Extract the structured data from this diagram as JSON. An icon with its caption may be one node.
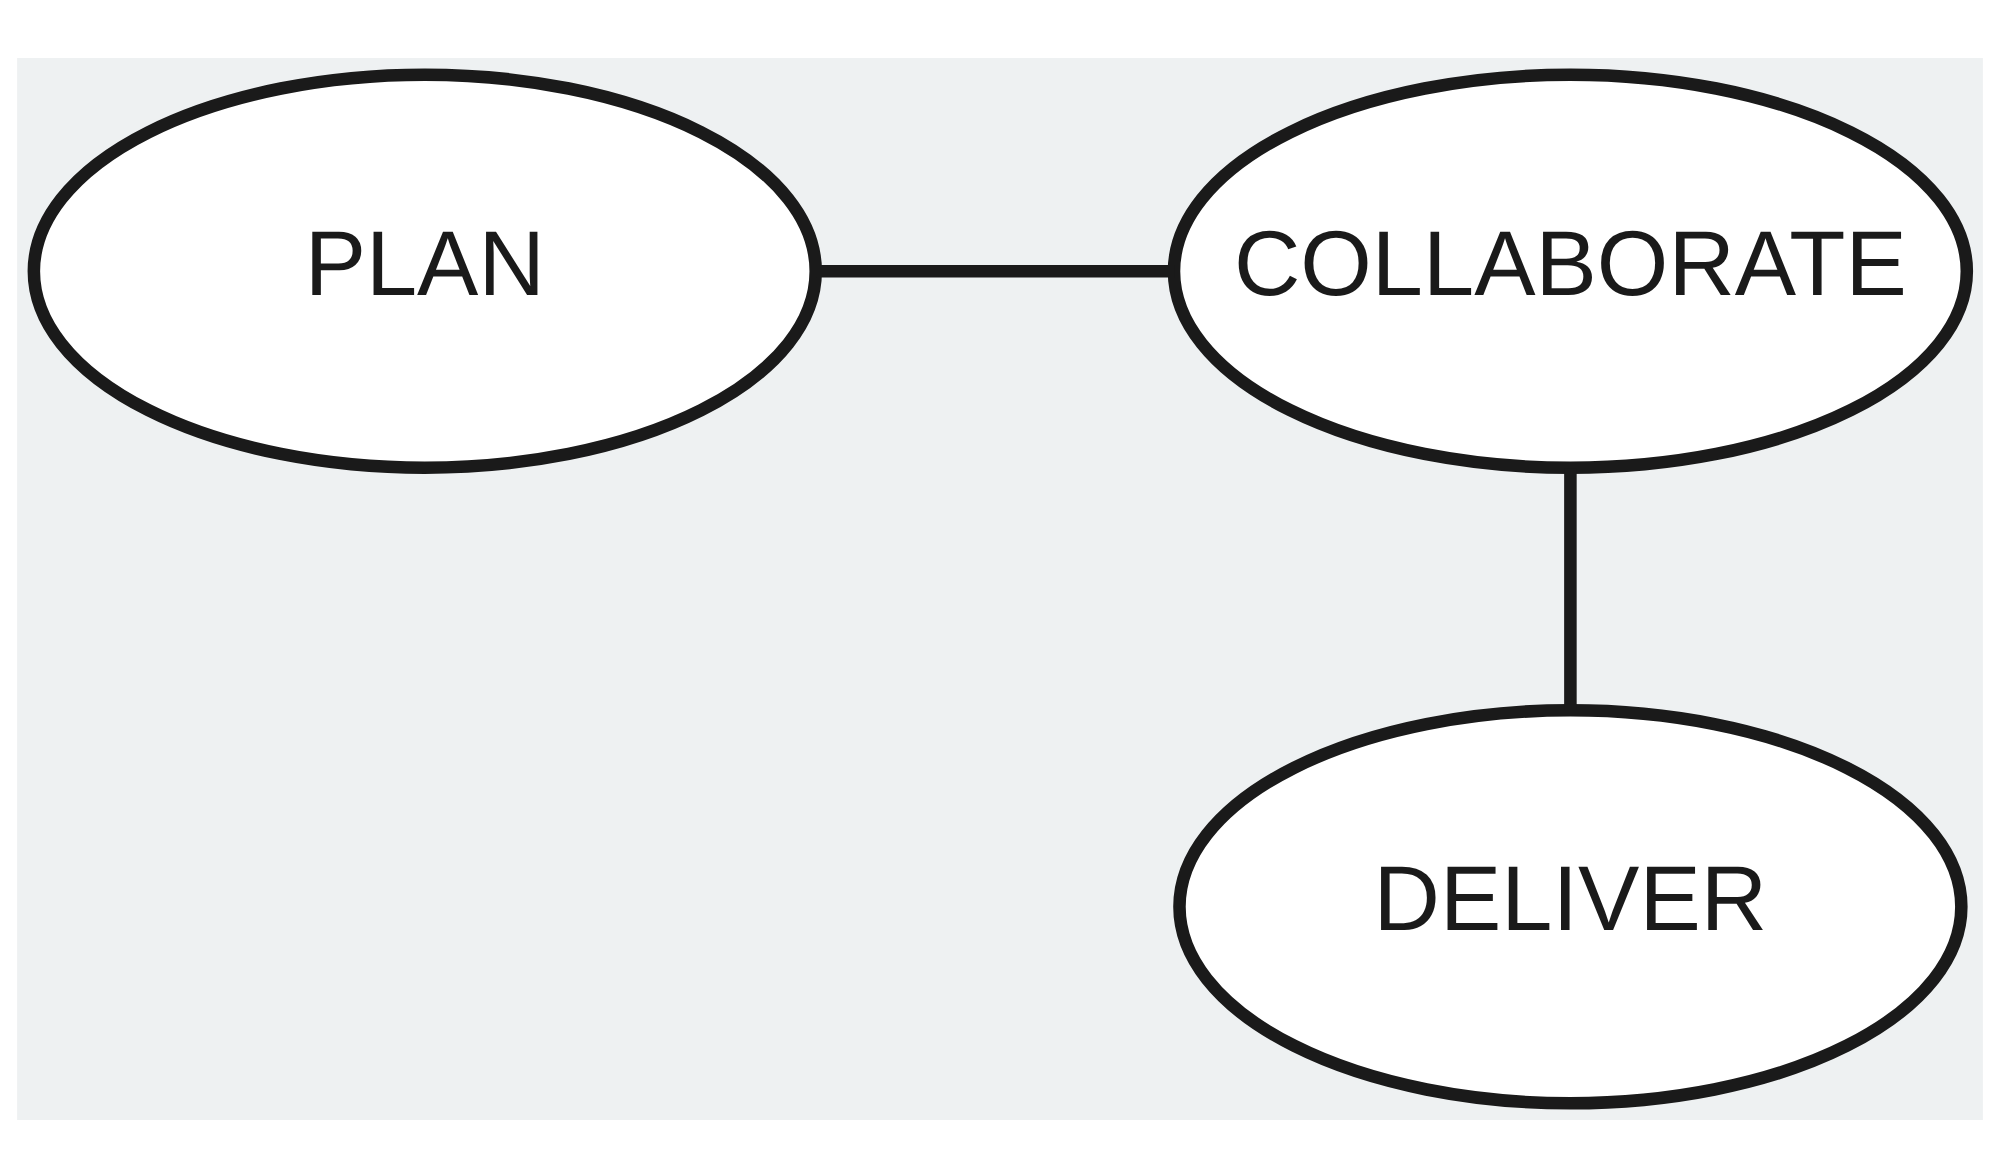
{
  "diagram": {
    "nodes": [
      {
        "text": [
          "PLAN"
        ]
      },
      {
        "text": [
          "COLLABORATE"
        ]
      },
      {
        "text": [
          "DELIVER"
        ]
      }
    ],
    "edges": [
      {
        "from": 0,
        "to": 1,
        "arrow": "none"
      },
      {
        "from": 1,
        "to": 2,
        "arrow": "none"
      }
    ]
  }
}
